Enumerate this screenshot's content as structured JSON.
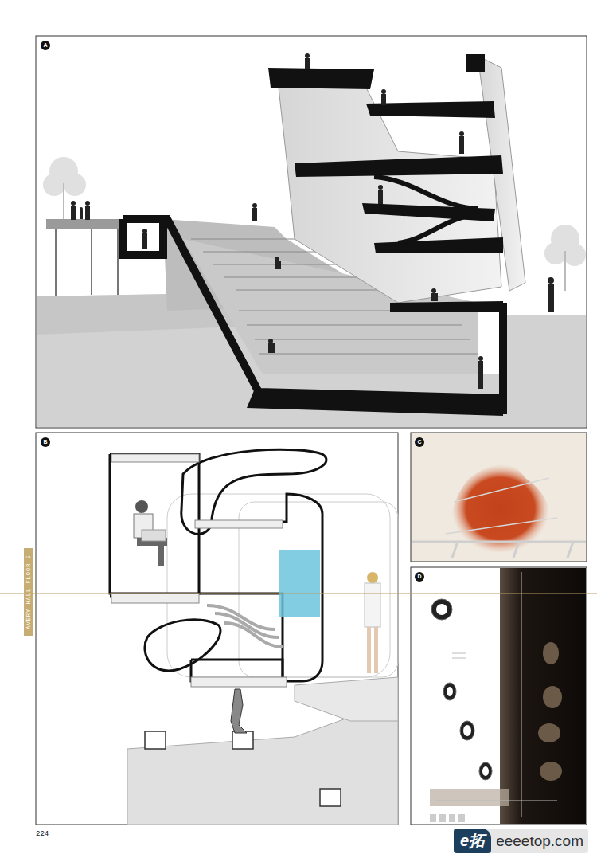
{
  "diagram": {
    "nodes": [
      {
        "text": [
          "A"
        ]
      },
      {
        "text": [
          "B"
        ]
      },
      {
        "text": [
          "C"
        ]
      },
      {
        "text": [
          "D"
        ]
      },
      {
        "text": [
          "AVERY HALL FLOOR 5"
        ]
      },
      {
        "text": [
          "e拓",
          "eeeetop.com"
        ]
      }
    ],
    "labels": [
      "224"
    ]
  }
}
